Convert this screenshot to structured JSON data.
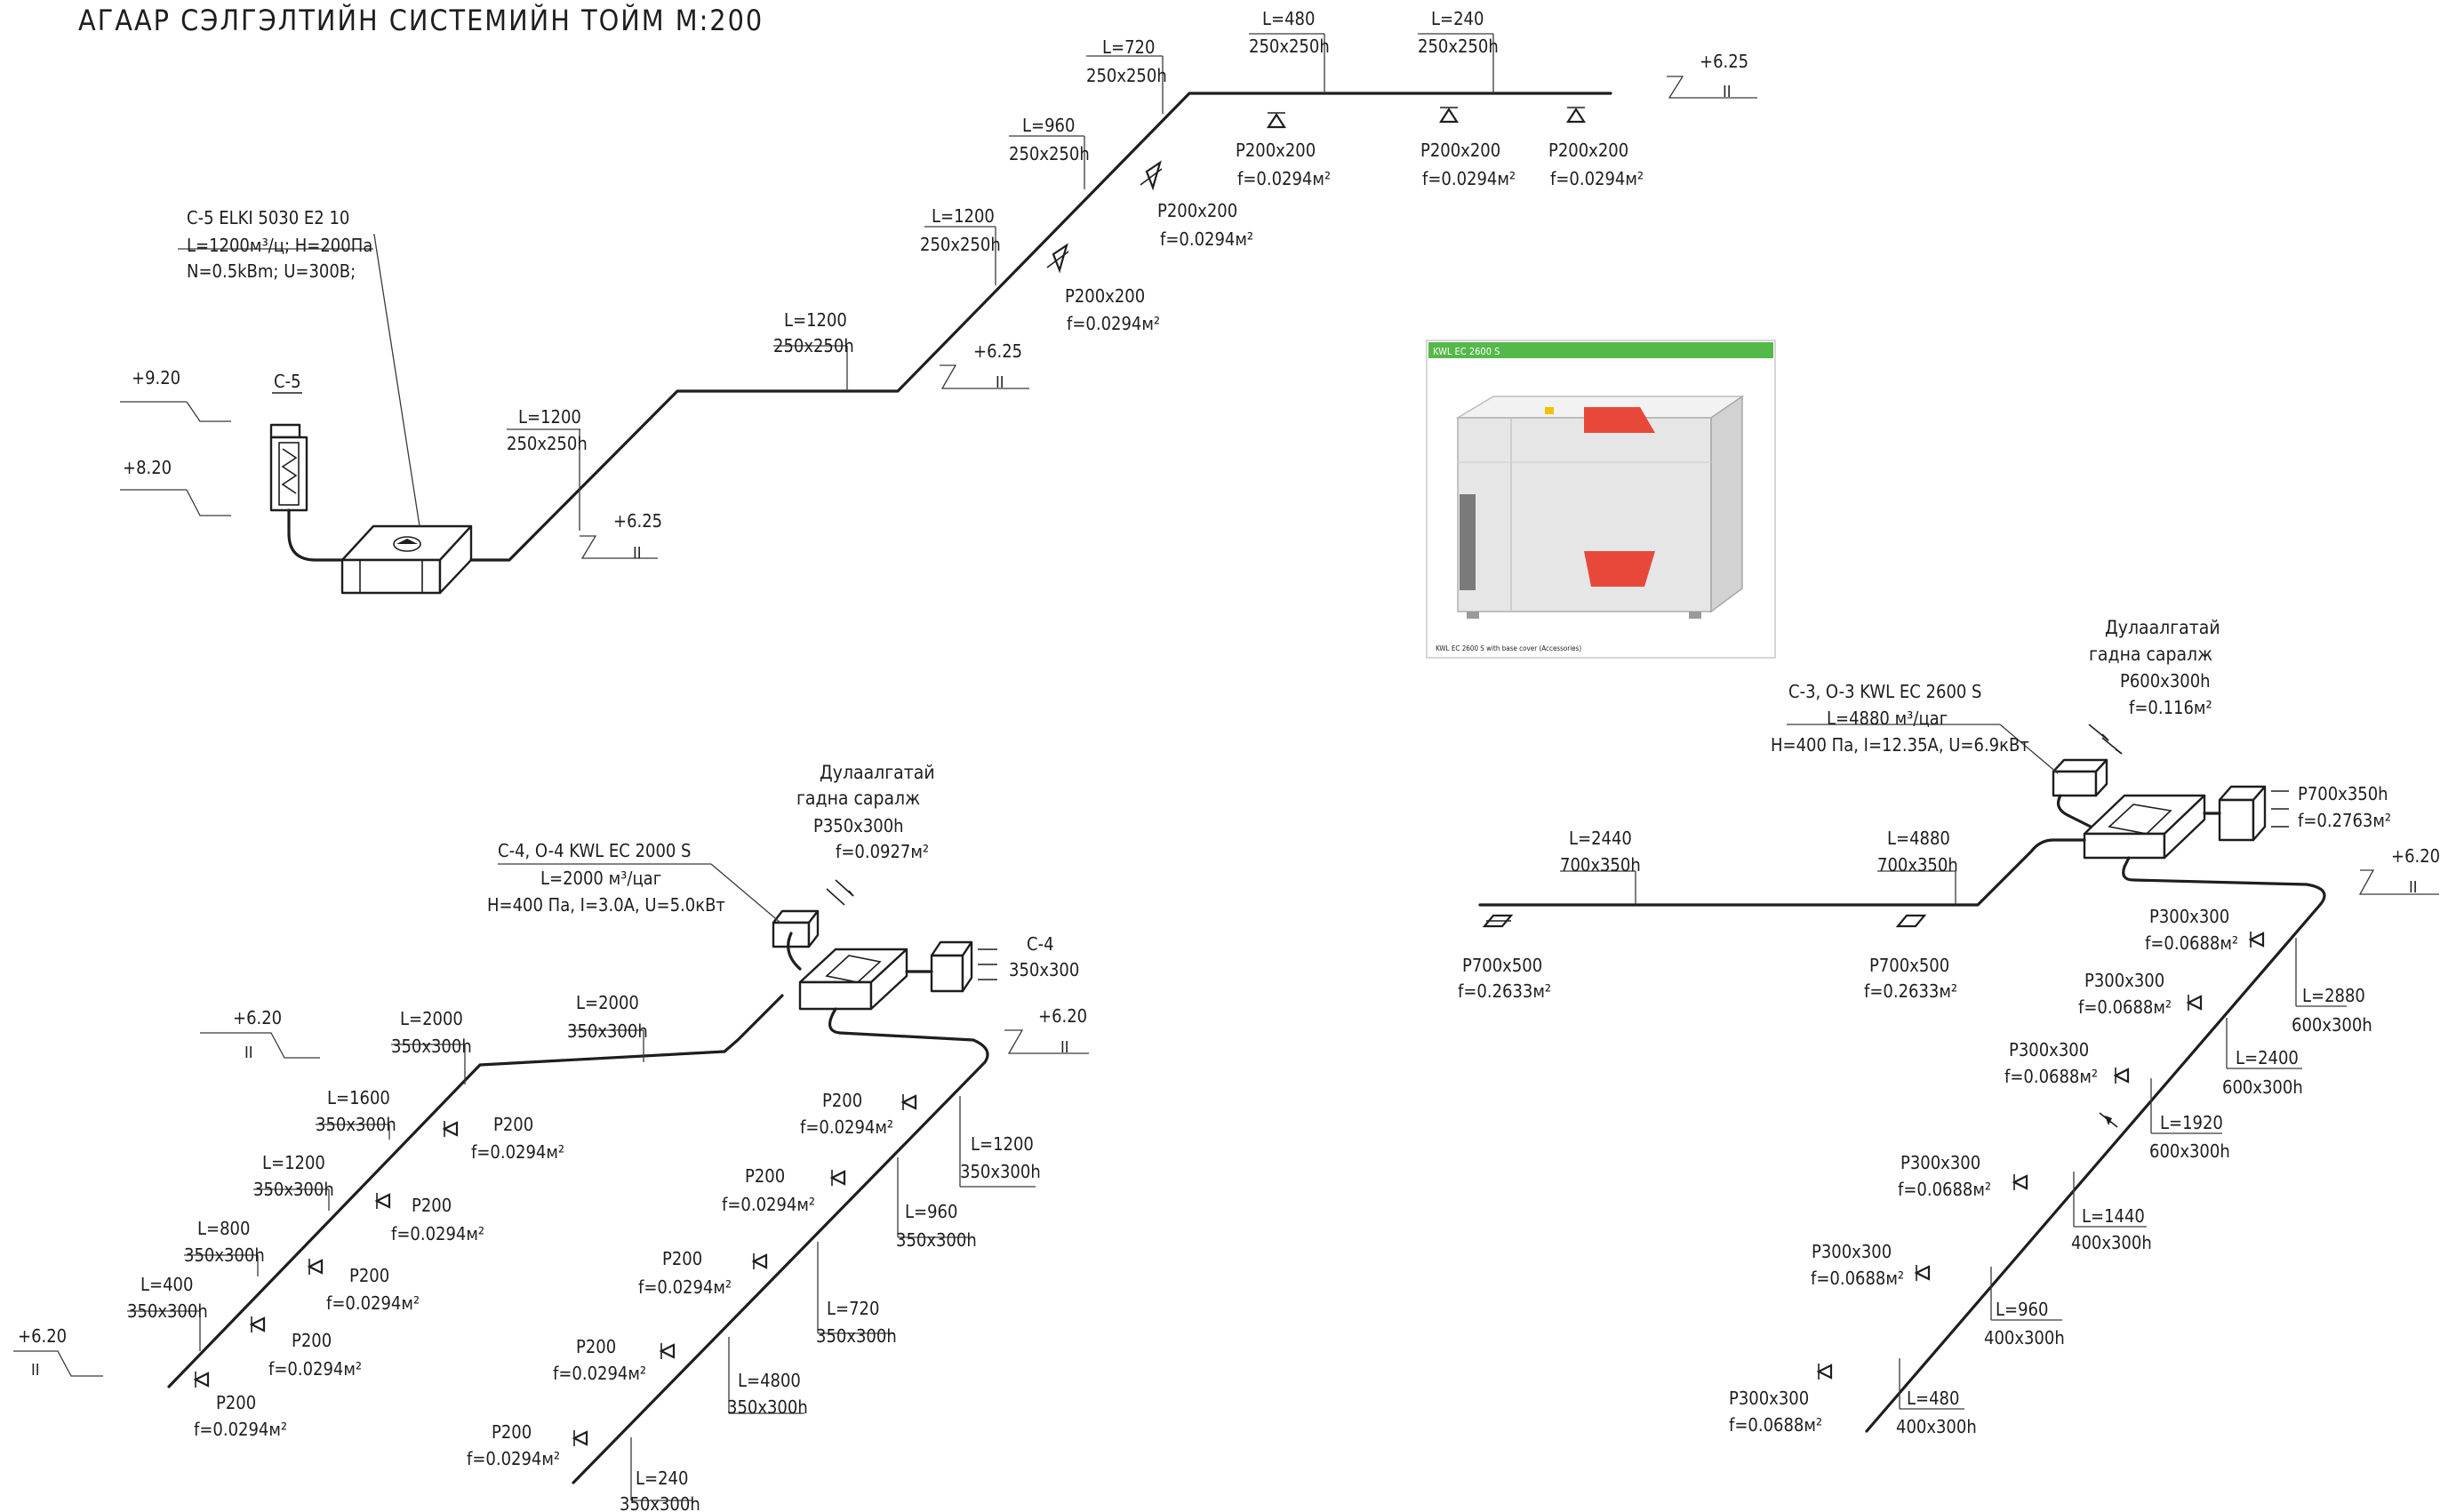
{
  "title": "АГААР СЭЛГЭЛТИЙН СИСТЕМИЙН ТОЙМ М:200",
  "photo": {
    "header": "KWL EC 2600 S",
    "caption": "KWL EC 2600 S with base cover (Accessories)",
    "header_color": "#55b84a",
    "unit_body_color": "#e4e4e4",
    "accent_color": "#e8483a"
  },
  "system_c5": {
    "unit_label": "C-5",
    "spec_line1": "C-5 ELKI 5030 E2 10",
    "spec_line2": "L=1200м³/ц; H=200Па",
    "spec_line3": "N=0.5kBm; U=300B;",
    "levels": [
      {
        "value": "+9.20",
        "mark": ""
      },
      {
        "value": "+8.20",
        "mark": ""
      },
      {
        "value": "+6.25",
        "mark": "II"
      },
      {
        "value": "+6.25",
        "mark": "II"
      },
      {
        "value": "+6.25",
        "mark": "II"
      }
    ],
    "duct_labels": [
      {
        "l": "L=1200",
        "size": "250x250h"
      },
      {
        "l": "L=1200",
        "size": "250x250h"
      },
      {
        "l": "L=1200",
        "size": "250x250h"
      },
      {
        "l": "L=960",
        "size": "250x250h"
      },
      {
        "l": "L=720",
        "size": "250x250h"
      },
      {
        "l": "L=480",
        "size": "250x250h"
      },
      {
        "l": "L=240",
        "size": "250x250h"
      }
    ],
    "grilles": [
      {
        "size": "P200x200",
        "area": "f=0.0294м²"
      },
      {
        "size": "P200x200",
        "area": "f=0.0294м²"
      },
      {
        "size": "P200x200",
        "area": "f=0.0294м²"
      },
      {
        "size": "P200x200",
        "area": "f=0.0294м²"
      },
      {
        "size": "P200x200",
        "area": "f=0.0294м²"
      }
    ]
  },
  "system_c4": {
    "spec_line1": "C-4, O-4 KWL EC 2000 S",
    "spec_line2": "L=2000 м³/цаг",
    "spec_line3": "H=400 Па, I=3.0A, U=5.0кВт",
    "intake_line1": "Дулаалгатай",
    "intake_line2": "гадна саралж",
    "intake_size": "P350x300h",
    "intake_area": "f=0.0927м²",
    "supply_label": "C-4",
    "supply_size": "350x300",
    "levels": [
      {
        "value": "+6.20",
        "mark": "II"
      },
      {
        "value": "+6.20",
        "mark": "II"
      },
      {
        "value": "+6.20",
        "mark": "II"
      }
    ],
    "left_ducts": [
      {
        "l": "L=2000",
        "size": "350x300h"
      },
      {
        "l": "L=2000",
        "size": "350x300h"
      },
      {
        "l": "L=1600",
        "size": "350x300h"
      },
      {
        "l": "L=1200",
        "size": "350x300h"
      },
      {
        "l": "L=800",
        "size": "350x300h"
      },
      {
        "l": "L=400",
        "size": "350x300h"
      }
    ],
    "left_grilles": [
      {
        "size": "P200",
        "area": "f=0.0294м²"
      },
      {
        "size": "P200",
        "area": "f=0.0294м²"
      },
      {
        "size": "P200",
        "area": "f=0.0294м²"
      },
      {
        "size": "P200",
        "area": "f=0.0294м²"
      },
      {
        "size": "P200",
        "area": "f=0.0294м²"
      }
    ],
    "right_ducts": [
      {
        "l": "L=1200",
        "size": "350x300h"
      },
      {
        "l": "L=960",
        "size": "350x300h"
      },
      {
        "l": "L=720",
        "size": "350x300h"
      },
      {
        "l": "L=4800",
        "size": "350x300h"
      },
      {
        "l": "L=240",
        "size": "350x300h"
      }
    ],
    "right_grilles": [
      {
        "size": "P200",
        "area": "f=0.0294м²"
      },
      {
        "size": "P200",
        "area": "f=0.0294м²"
      },
      {
        "size": "P200",
        "area": "f=0.0294м²"
      },
      {
        "size": "P200",
        "area": "f=0.0294м²"
      },
      {
        "size": "P200",
        "area": "f=0.0294м²"
      }
    ]
  },
  "system_c3": {
    "spec_line1": "C-3, O-3 KWL EC 2600 S",
    "spec_line2": "L=4880 м³/цаг",
    "spec_line3": "H=400 Па, I=12.35A, U=6.9кВт",
    "intake_line1": "Дулаалгатай",
    "intake_line2": "гадна саралж",
    "intake_size": "P600x300h",
    "intake_area": "f=0.116м²",
    "outlet_size": "P700x350h",
    "outlet_area": "f=0.2763м²",
    "level": {
      "value": "+6.20",
      "mark": "II"
    },
    "horizontal_ducts": [
      {
        "l": "L=2440",
        "size": "700x350h"
      },
      {
        "l": "L=4880",
        "size": "700x350h"
      }
    ],
    "horizontal_grilles": [
      {
        "size": "P700x500",
        "area": "f=0.2633м²"
      },
      {
        "size": "P700x500",
        "area": "f=0.2633м²"
      }
    ],
    "diagonal_ducts": [
      {
        "l": "L=2880",
        "size": "600x300h"
      },
      {
        "l": "L=2400",
        "size": "600x300h"
      },
      {
        "l": "L=1920",
        "size": "600x300h"
      },
      {
        "l": "L=1440",
        "size": "400x300h"
      },
      {
        "l": "L=960",
        "size": "400x300h"
      },
      {
        "l": "L=480",
        "size": "400x300h"
      }
    ],
    "diagonal_grilles": [
      {
        "size": "P300x300",
        "area": "f=0.0688м²"
      },
      {
        "size": "P300x300",
        "area": "f=0.0688м²"
      },
      {
        "size": "P300x300",
        "area": "f=0.0688м²"
      },
      {
        "size": "P300x300",
        "area": "f=0.0688м²"
      },
      {
        "size": "P300x300",
        "area": "f=0.0688м²"
      },
      {
        "size": "P300x300",
        "area": "f=0.0688м²"
      }
    ]
  }
}
